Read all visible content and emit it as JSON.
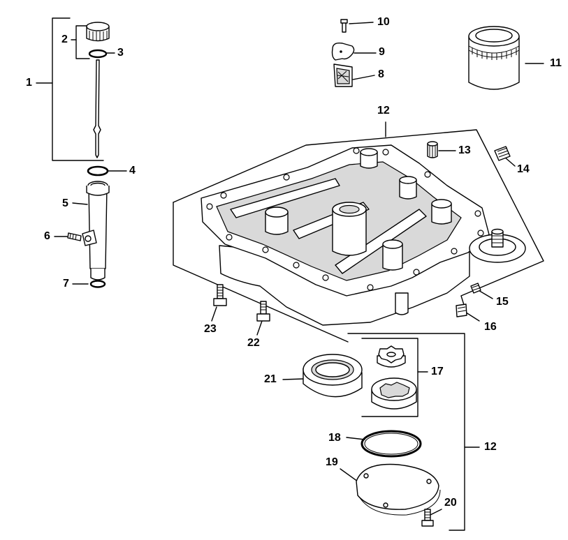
{
  "diagram": {
    "callouts": [
      {
        "id": "c1",
        "label": "1"
      },
      {
        "id": "c2",
        "label": "2"
      },
      {
        "id": "c3",
        "label": "3"
      },
      {
        "id": "c4",
        "label": "4"
      },
      {
        "id": "c5",
        "label": "5"
      },
      {
        "id": "c6",
        "label": "6"
      },
      {
        "id": "c7",
        "label": "7"
      },
      {
        "id": "c8",
        "label": "8"
      },
      {
        "id": "c9",
        "label": "9"
      },
      {
        "id": "c10",
        "label": "10"
      },
      {
        "id": "c11",
        "label": "11"
      },
      {
        "id": "c12a",
        "label": "12"
      },
      {
        "id": "c13",
        "label": "13"
      },
      {
        "id": "c14",
        "label": "14"
      },
      {
        "id": "c15",
        "label": "15"
      },
      {
        "id": "c16",
        "label": "16"
      },
      {
        "id": "c17",
        "label": "17"
      },
      {
        "id": "c18",
        "label": "18"
      },
      {
        "id": "c19",
        "label": "19"
      },
      {
        "id": "c20",
        "label": "20"
      },
      {
        "id": "c21",
        "label": "21"
      },
      {
        "id": "c22",
        "label": "22"
      },
      {
        "id": "c23",
        "label": "23"
      },
      {
        "id": "c12b",
        "label": "12"
      }
    ]
  }
}
